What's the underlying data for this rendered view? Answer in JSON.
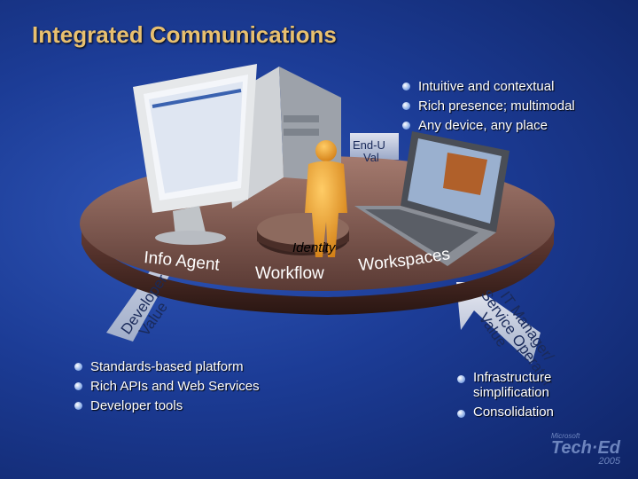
{
  "title": "Integrated Communications",
  "end_user": {
    "label_line1": "End-U",
    "label_line2": "Val"
  },
  "top_bullets": [
    "Intuitive and contextual",
    "Rich presence; multimodal",
    "Any device, any place"
  ],
  "platform": {
    "identity": "Identity",
    "info_agent": "Info Agent",
    "workflow": "Workflow",
    "workspaces": "Workspaces"
  },
  "developer": {
    "line1": "Developer",
    "line2": "Value"
  },
  "it_manager": {
    "line1": "IT Manager/",
    "line2": "Service Operator",
    "line3": "Value"
  },
  "left_bullets": [
    "Standards-based platform",
    "Rich APIs and Web Services",
    "Developer tools"
  ],
  "right_bullets": [
    "Infrastructure simplification",
    "Consolidation"
  ],
  "logo": {
    "top": "Microsoft",
    "name": "Tech·Ed",
    "year": "2005"
  }
}
